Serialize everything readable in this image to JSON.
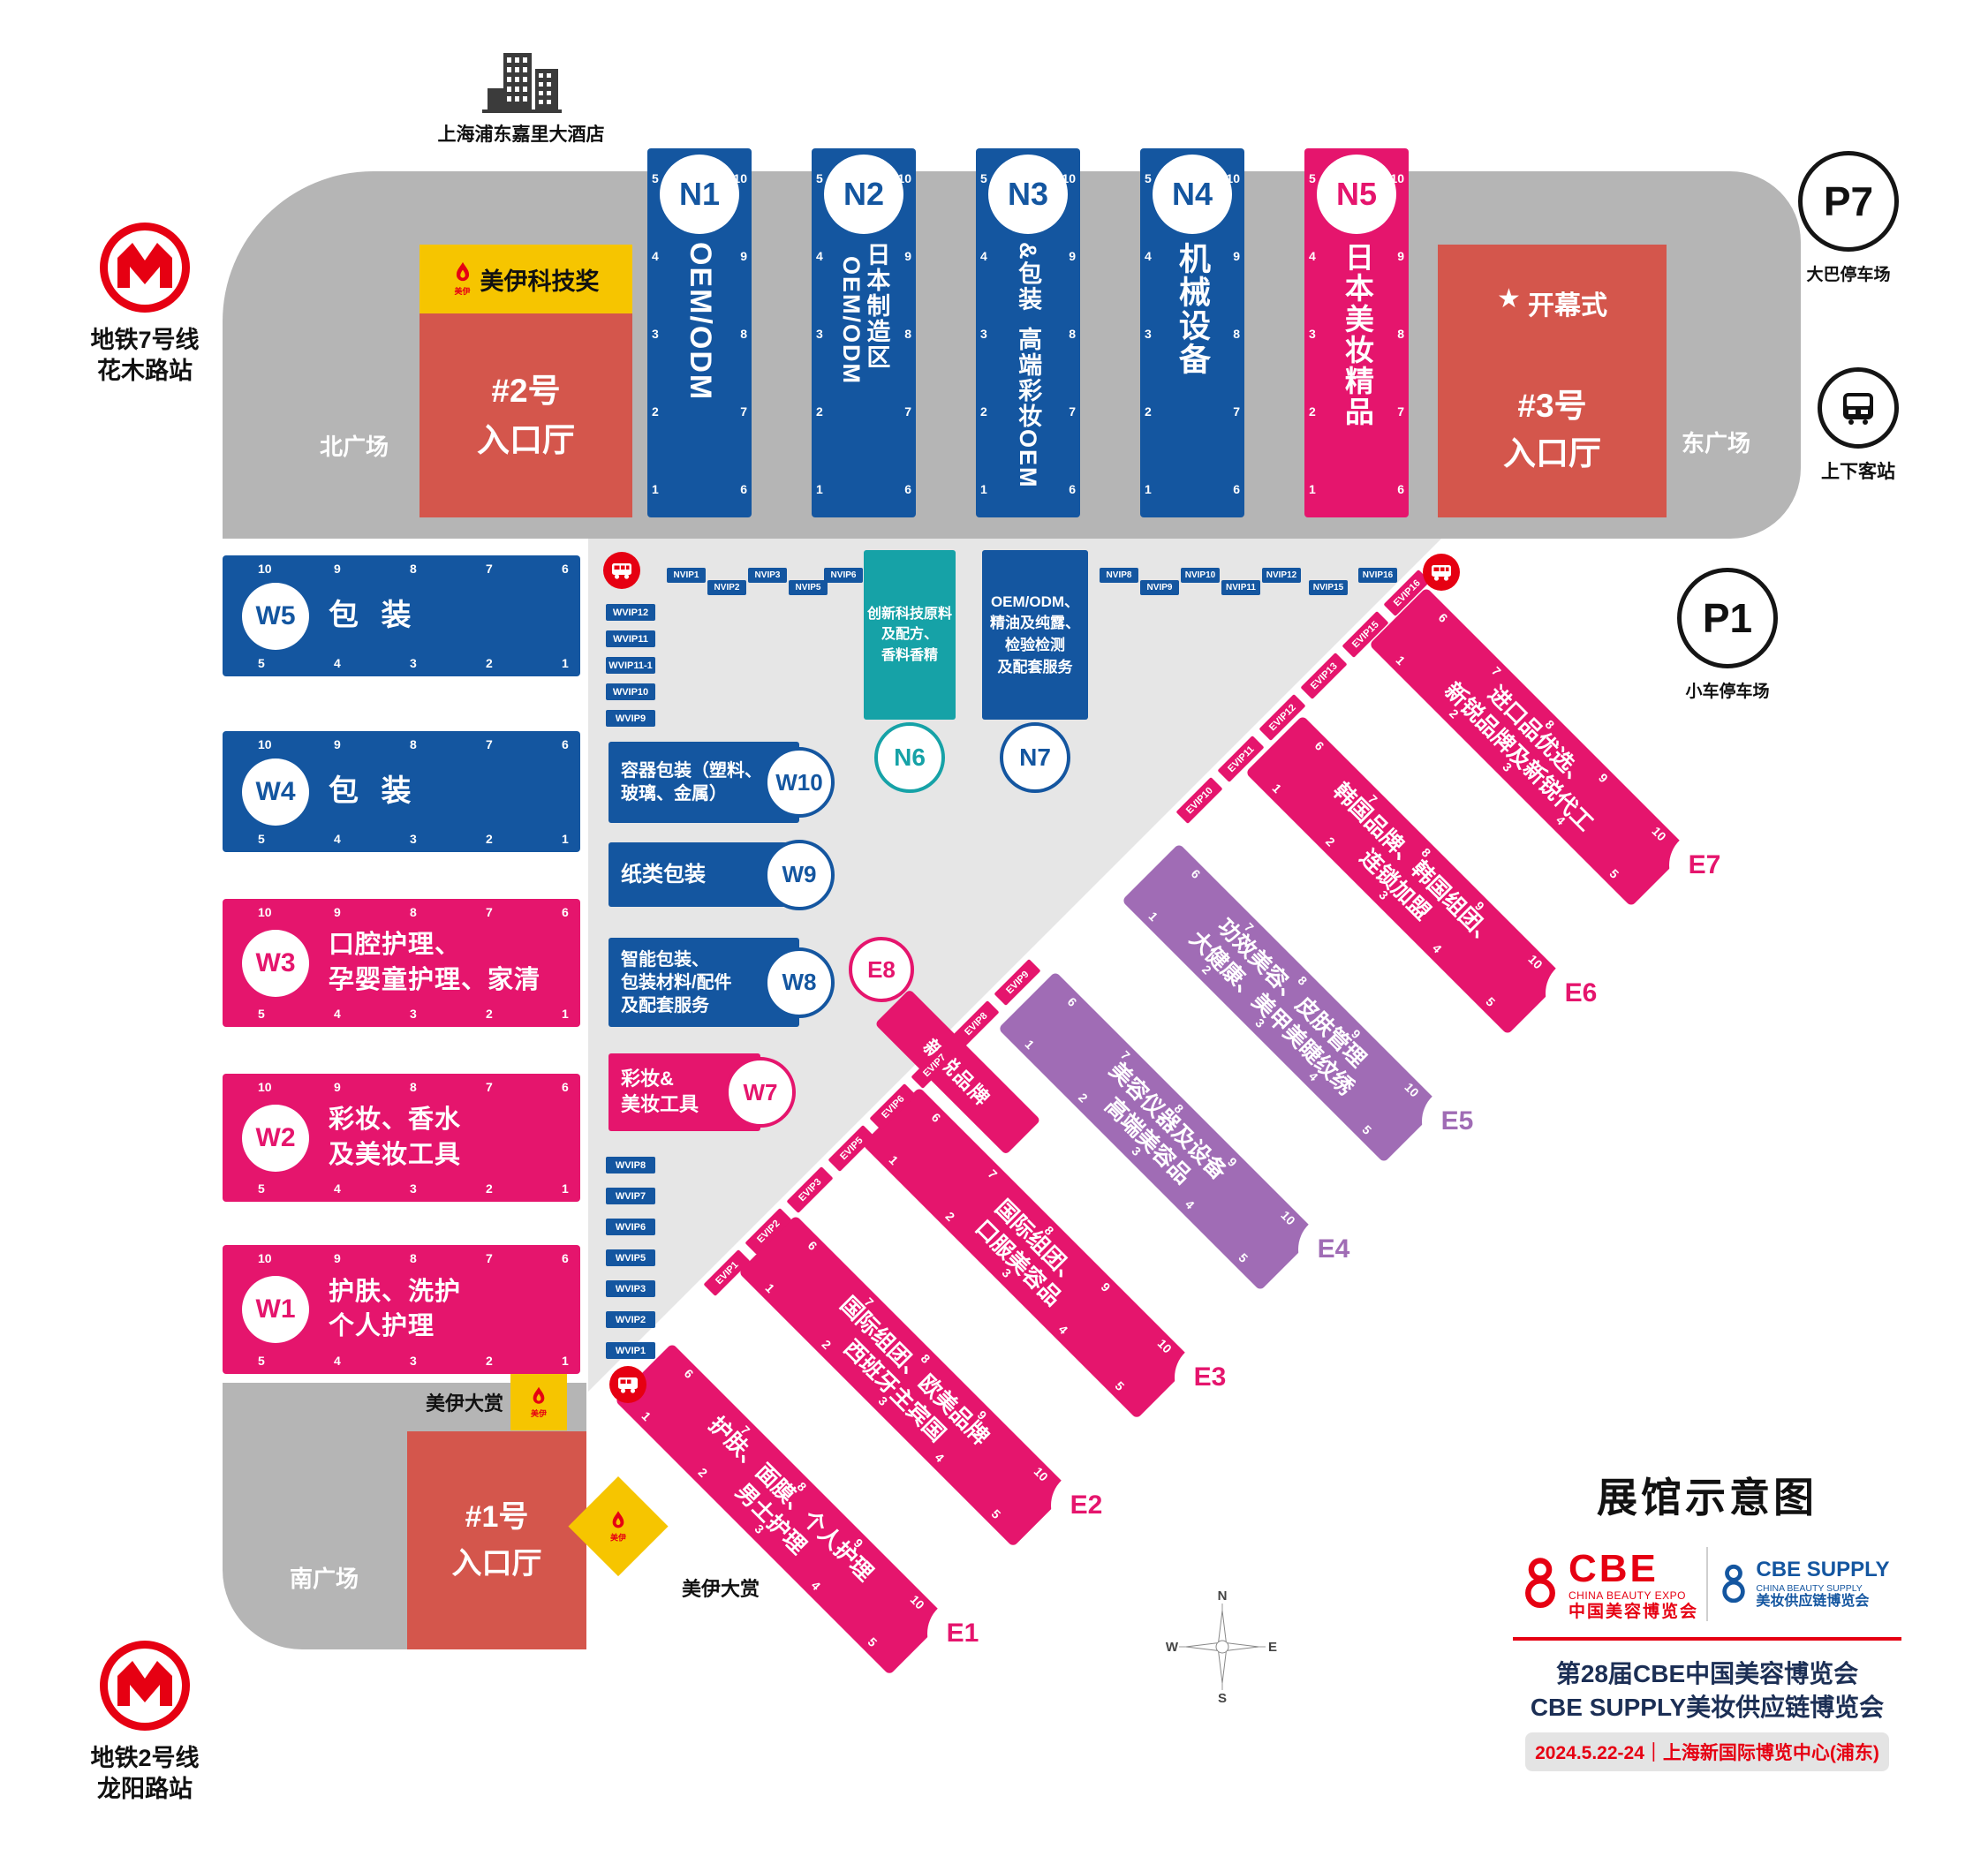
{
  "colors": {
    "blue": "#1456a0",
    "pink": "#e5156d",
    "purple": "#a06cb5",
    "teal": "#16a2a7",
    "entrance_red": "#d4564c",
    "accent_red": "#e60012",
    "yellow": "#f6c500",
    "gray_band": "#b5b5b5",
    "gray_concourse": "#e6e6e6",
    "footer_navy": "#1c2f55"
  },
  "hotel": {
    "label": "上海浦东嘉里大酒店"
  },
  "metro7": {
    "line1": "地铁7号线",
    "line2": "花木路站"
  },
  "metro2": {
    "line1": "地铁2号线",
    "line2": "龙阳路站"
  },
  "plazas": {
    "north": "北广场",
    "east": "东广场",
    "south": "南广场"
  },
  "parking": {
    "p7": {
      "label": "P7",
      "caption": "大巴停车场"
    },
    "p1": {
      "label": "P1",
      "caption": "小车停车场"
    },
    "pickup": {
      "caption": "上下客站"
    }
  },
  "entrances": {
    "no2": {
      "line1": "#2号",
      "line2": "入口厅"
    },
    "no3": {
      "star": "★",
      "ceremony": "开幕式",
      "line1": "#3号",
      "line2": "入口厅"
    },
    "no1": {
      "line1": "#1号",
      "line2": "入口厅"
    }
  },
  "awards": {
    "brand": "美伊",
    "tech": "美伊科技奖",
    "grand": "美伊大赏"
  },
  "gate_numbers": {
    "n_left": [
      "5",
      "4",
      "3",
      "2",
      "1"
    ],
    "n_right": [
      "10",
      "9",
      "8",
      "7",
      "6"
    ],
    "w_top": [
      "10",
      "9",
      "8",
      "7",
      "6"
    ],
    "w_bottom": [
      "5",
      "4",
      "3",
      "2",
      "1"
    ],
    "e_top": [
      "6",
      "7",
      "8",
      "9",
      "10"
    ],
    "e_bottom": [
      "1",
      "2",
      "3",
      "4",
      "5"
    ]
  },
  "n_halls": [
    {
      "id": "N1",
      "color": "blue",
      "segments": [
        "OEM/ODM"
      ]
    },
    {
      "id": "N2",
      "color": "blue",
      "segments": [
        "日本制造区",
        "OEM/ODM"
      ]
    },
    {
      "id": "N3",
      "color": "blue",
      "segments": [
        "&包装",
        "高端彩妆OEM"
      ]
    },
    {
      "id": "N4",
      "color": "blue",
      "segments": [
        "机械设备"
      ]
    },
    {
      "id": "N5",
      "color": "pink",
      "segments": [
        "日本美妆精品"
      ]
    }
  ],
  "w_halls": [
    {
      "id": "W5",
      "color": "blue",
      "lines": [
        "包 装"
      ]
    },
    {
      "id": "W4",
      "color": "blue",
      "lines": [
        "包 装"
      ]
    },
    {
      "id": "W3",
      "color": "pink",
      "lines": [
        "口腔护理、",
        "孕婴童护理、家清"
      ]
    },
    {
      "id": "W2",
      "color": "pink",
      "lines": [
        "彩妆、香水",
        "及美妆工具"
      ]
    },
    {
      "id": "W1",
      "color": "pink",
      "lines": [
        "护肤、洗护",
        "个人护理"
      ]
    }
  ],
  "w_boxes": [
    {
      "id": "W10",
      "color": "blue",
      "lines": [
        "容器包装（塑料、",
        "玻璃、金属）"
      ]
    },
    {
      "id": "W9",
      "color": "blue",
      "lines": [
        "纸类包装"
      ]
    },
    {
      "id": "W8",
      "color": "blue",
      "lines": [
        "智能包装、",
        "包装材料/配件",
        "及配套服务"
      ]
    },
    {
      "id": "W7",
      "color": "pink",
      "lines": [
        "彩妆&",
        "美妆工具"
      ]
    }
  ],
  "n_boxes": [
    {
      "id": "N6",
      "color": "teal",
      "lines": [
        "创新科技原料",
        "及配方、",
        "香料香精"
      ]
    },
    {
      "id": "N7",
      "color": "blue",
      "lines": [
        "OEM/ODM、",
        "精油及纯露、",
        "检验检测",
        "及配套服务"
      ]
    }
  ],
  "e_bars": [
    {
      "id": "E1",
      "color": "pink",
      "lines": [
        "护肤、面膜、个人护理",
        "男士护理"
      ]
    },
    {
      "id": "E2",
      "color": "pink",
      "lines": [
        "国际组团、欧美品牌",
        "西班牙主宾国"
      ]
    },
    {
      "id": "E3",
      "color": "pink",
      "lines": [
        "国际组团、",
        "口服美容品"
      ]
    },
    {
      "id": "E4",
      "color": "purple",
      "lines": [
        "美容仪器及设备",
        "高端美容品"
      ]
    },
    {
      "id": "E5",
      "color": "purple",
      "lines": [
        "功效美容、皮肤管理",
        "大健康、美甲美睫纹绣"
      ]
    },
    {
      "id": "E6",
      "color": "pink",
      "lines": [
        "韩国品牌、韩国组团、",
        "连锁加盟"
      ]
    },
    {
      "id": "E7",
      "color": "pink",
      "lines": [
        "进口品优选、",
        "新锐品牌及新锐代工"
      ]
    }
  ],
  "e8": {
    "id": "E8",
    "label": "新锐品牌"
  },
  "vip_tags": {
    "nvip": [
      "NVIP1",
      "NVIP2",
      "NVIP3",
      "NVIP5",
      "NVIP6",
      "NVIP8",
      "NVIP9",
      "NVIP10",
      "NVIP11",
      "NVIP12",
      "NVIP15",
      "NVIP16"
    ],
    "wvip": [
      "WVIP12",
      "WVIP11",
      "WVIP11-1",
      "WVIP10",
      "WVIP9",
      "WVIP8",
      "WVIP7",
      "WVIP6",
      "WVIP5",
      "WVIP3",
      "WVIP2",
      "WVIP1"
    ],
    "evip": [
      "EVIP1",
      "EVIP2",
      "EVIP3",
      "EVIP5",
      "EVIP6",
      "EVIP7",
      "EVIP8",
      "EVIP9",
      "EVIP10",
      "EVIP11",
      "EVIP12",
      "EVIP13",
      "EVIP15",
      "EVIP16"
    ]
  },
  "footer": {
    "title": "展馆示意图",
    "logo_left": {
      "name": "CBE",
      "sub_en": "CHINA BEAUTY EXPO",
      "sub_cn": "中国美容博览会"
    },
    "logo_right": {
      "name": "CBE SUPPLY",
      "sub_en": "CHINA BEAUTY SUPPLY",
      "sub_cn": "美妆供应链博览会"
    },
    "line1": "第28届CBE中国美容博览会",
    "line2": "CBE SUPPLY美妆供应链博览会",
    "date": "2024.5.22-24｜上海新国际博览中心(浦东)"
  },
  "compass": {
    "n": "N",
    "e": "E",
    "s": "S",
    "w": "W"
  }
}
